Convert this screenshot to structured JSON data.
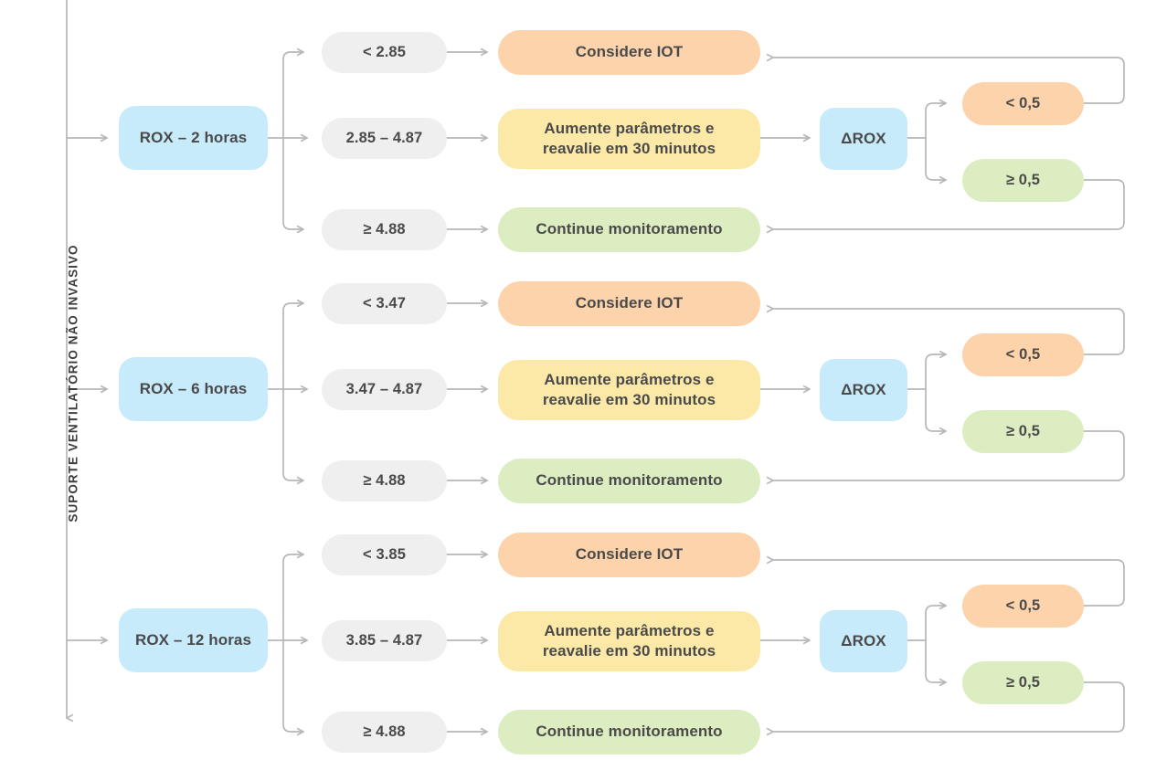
{
  "diagram": {
    "axis_label": "SUPORTE VENTILATÓRIO NÃO INVASIVO",
    "colors": {
      "blue": "#c8ebfb",
      "grey": "#efefef",
      "orange": "#fdd3ac",
      "yellow": "#fce9a8",
      "green": "#dcedc1",
      "wire": "#b7b7b7",
      "text": "#4a4a4a"
    },
    "rows": [
      {
        "assessment": "ROX – 2 horas",
        "thresholds": {
          "low": "< 2.85",
          "mid": "2.85 – 4.87",
          "high": "≥ 4.88"
        },
        "actions": {
          "low": "Considere IOT",
          "mid": "Aumente parâmetros e reavalie em 30 minutos",
          "mid_line1": "Aumente parâmetros e",
          "mid_line2": "reavalie em 30 minutos",
          "high": "Continue monitoramento"
        },
        "delta": {
          "label": "ΔROX",
          "low": "< 0,5",
          "high": "≥ 0,5"
        }
      },
      {
        "assessment": "ROX – 6 horas",
        "thresholds": {
          "low": "< 3.47",
          "mid": "3.47 – 4.87",
          "high": "≥ 4.88"
        },
        "actions": {
          "low": "Considere IOT",
          "mid": "Aumente parâmetros e reavalie em 30 minutos",
          "mid_line1": "Aumente parâmetros e",
          "mid_line2": "reavalie em 30 minutos",
          "high": "Continue monitoramento"
        },
        "delta": {
          "label": "ΔROX",
          "low": "< 0,5",
          "high": "≥ 0,5"
        }
      },
      {
        "assessment": "ROX – 12 horas",
        "thresholds": {
          "low": "< 3.85",
          "mid": "3.85 – 4.87",
          "high": "≥ 4.88"
        },
        "actions": {
          "low": "Considere IOT",
          "mid": "Aumente parâmetros e reavalie em 30 minutos",
          "mid_line1": "Aumente parâmetros e",
          "mid_line2": "reavalie em 30 minutos",
          "high": "Continue monitoramento"
        },
        "delta": {
          "label": "ΔROX",
          "low": "< 0,5",
          "high": "≥ 0,5"
        }
      }
    ]
  }
}
